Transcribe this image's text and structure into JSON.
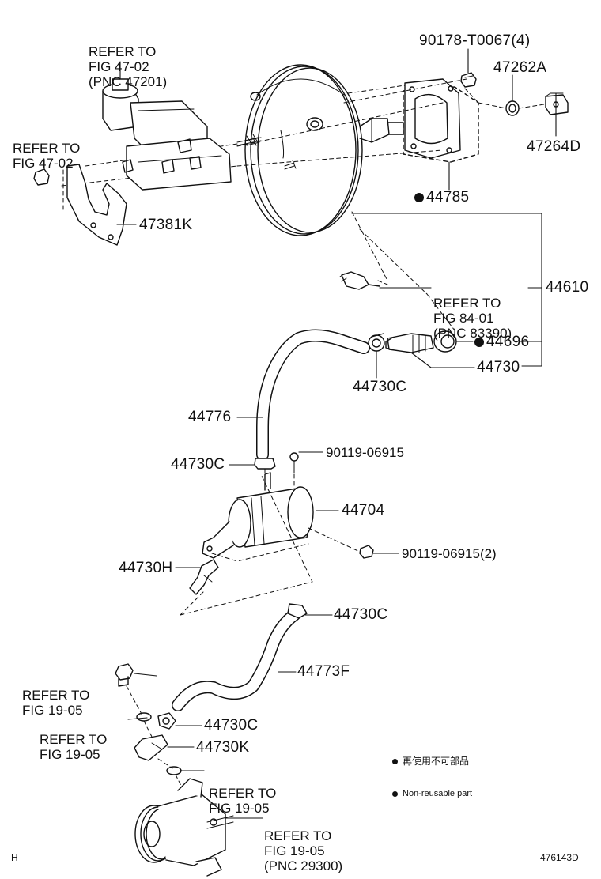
{
  "refs": {
    "fig4702_pnc47201": [
      "REFER TO",
      "FIG 47-02",
      "(PNC 47201)"
    ],
    "fig4702": [
      "REFER TO",
      "FIG 47-02"
    ],
    "fig8401": [
      "REFER TO",
      "FIG 84-01",
      "(PNC 83390)"
    ],
    "fig1905_a": [
      "REFER TO",
      "FIG 19-05"
    ],
    "fig1905_b": [
      "REFER TO",
      "FIG 19-05"
    ],
    "fig1905_c": [
      "REFER TO",
      "FIG 19-05"
    ],
    "fig1905_pnc29300": [
      "REFER TO",
      "FIG 19-05",
      "(PNC 29300)"
    ]
  },
  "parts": {
    "p90178": "90178-T0067(4)",
    "p47262A": "47262A",
    "p47264D": "47264D",
    "p44785": "44785",
    "p47381K": "47381K",
    "p44610": "44610",
    "p44696": "44696",
    "p44730": "44730",
    "p44730C_1": "44730C",
    "p44776": "44776",
    "p44730C_2": "44730C",
    "p90119a": "90119-06915",
    "p44704": "44704",
    "p90119b": "90119-06915(2)",
    "p44730H": "44730H",
    "p44730C_3": "44730C",
    "p44773F": "44773F",
    "p44730C_4": "44730C",
    "p44730K": "44730K"
  },
  "legend": {
    "jp": "再使用不可部品",
    "en": "Non-reusable part"
  },
  "footer": {
    "left": "H",
    "right": "476143D"
  }
}
